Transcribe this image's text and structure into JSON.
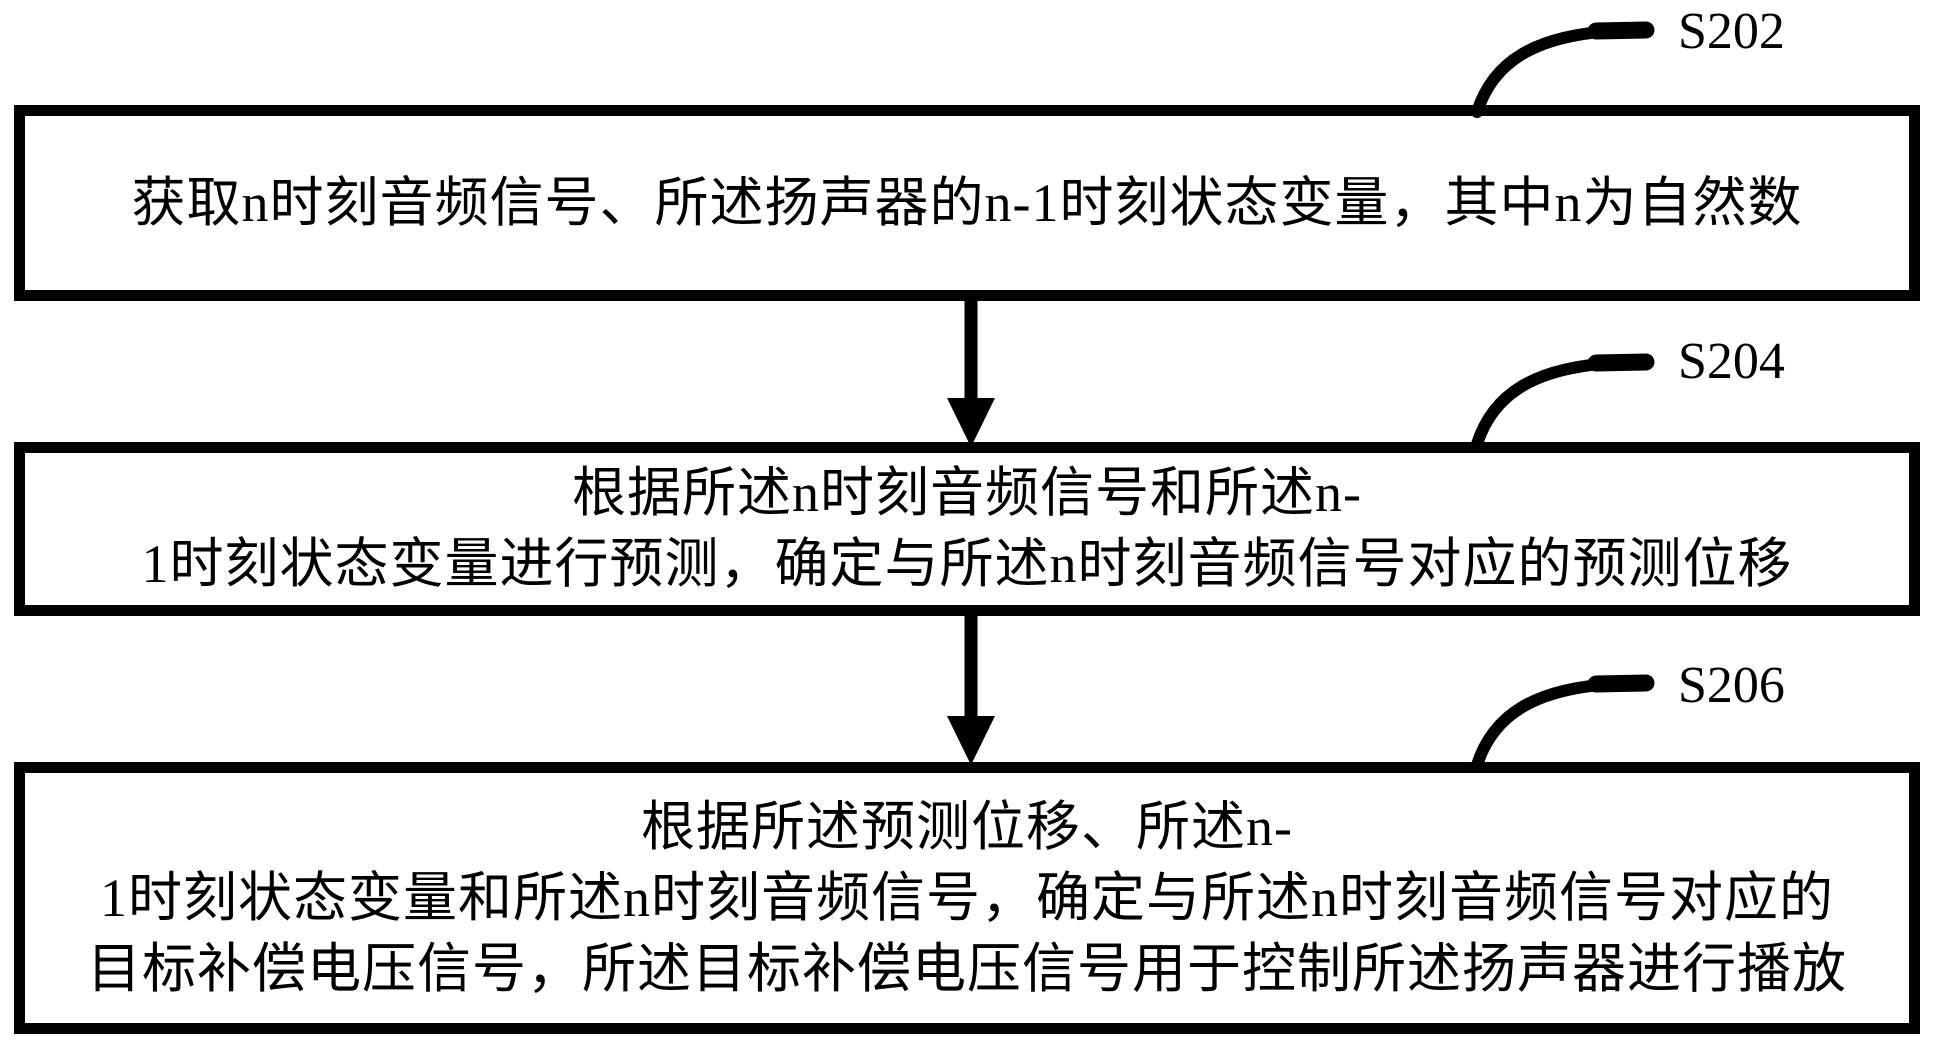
{
  "figure": {
    "colors": {
      "ink": "#000000",
      "background": "#ffffff"
    },
    "connector_icons": [
      "down-arrow-icon",
      "callout-curve-icon"
    ],
    "steps": [
      {
        "id": "S202",
        "lines": [
          "获取n时刻音频信号、所述扬声器的n-1时刻状态变量，其中n为自然数"
        ]
      },
      {
        "id": "S204",
        "lines": [
          "根据所述n时刻音频信号和所述n-",
          "1时刻状态变量进行预测，确定与所述n时刻音频信号对应的预测位移"
        ]
      },
      {
        "id": "S206",
        "lines": [
          "根据所述预测位移、所述n-",
          "1时刻状态变量和所述n时刻音频信号，确定与所述n时刻音频信号对应的",
          "目标补偿电压信号，所述目标补偿电压信号用于控制所述扬声器进行播放"
        ]
      }
    ]
  }
}
